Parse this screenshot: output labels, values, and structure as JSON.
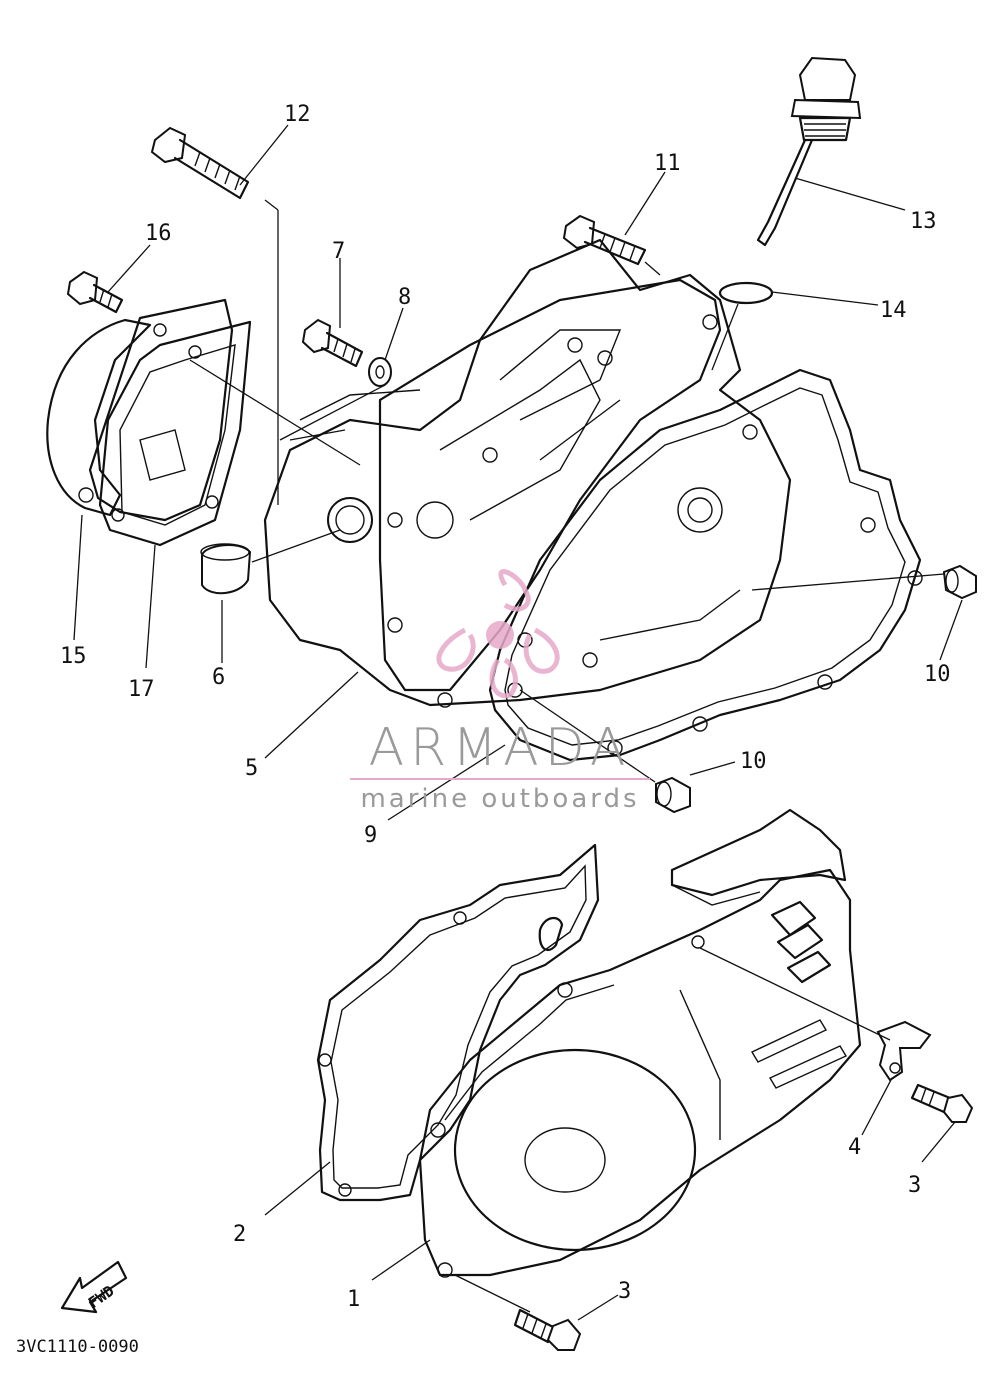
{
  "callouts": [
    {
      "id": "c1",
      "text": "1"
    },
    {
      "id": "c2",
      "text": "2"
    },
    {
      "id": "c3a",
      "text": "3"
    },
    {
      "id": "c3b",
      "text": "3"
    },
    {
      "id": "c4",
      "text": "4"
    },
    {
      "id": "c5",
      "text": "5"
    },
    {
      "id": "c6",
      "text": "6"
    },
    {
      "id": "c7",
      "text": "7"
    },
    {
      "id": "c8",
      "text": "8"
    },
    {
      "id": "c9",
      "text": "9"
    },
    {
      "id": "c10a",
      "text": "10"
    },
    {
      "id": "c10b",
      "text": "10"
    },
    {
      "id": "c11",
      "text": "11"
    },
    {
      "id": "c12",
      "text": "12"
    },
    {
      "id": "c13",
      "text": "13"
    },
    {
      "id": "c14",
      "text": "14"
    },
    {
      "id": "c15",
      "text": "15"
    },
    {
      "id": "c16",
      "text": "16"
    },
    {
      "id": "c17",
      "text": "17"
    }
  ],
  "diagram_code": "3VC1110-0090",
  "fwd_marker": "FWD",
  "watermark": {
    "brand": "ARMADA",
    "tagline": "marine outboards",
    "accent_color": "#e6a9c9"
  }
}
